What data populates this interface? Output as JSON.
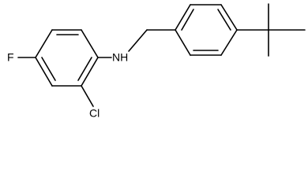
{
  "molecule": {
    "atom_labels": {
      "fluorine": "F",
      "amine": "NH",
      "chlorine": "Cl"
    }
  }
}
